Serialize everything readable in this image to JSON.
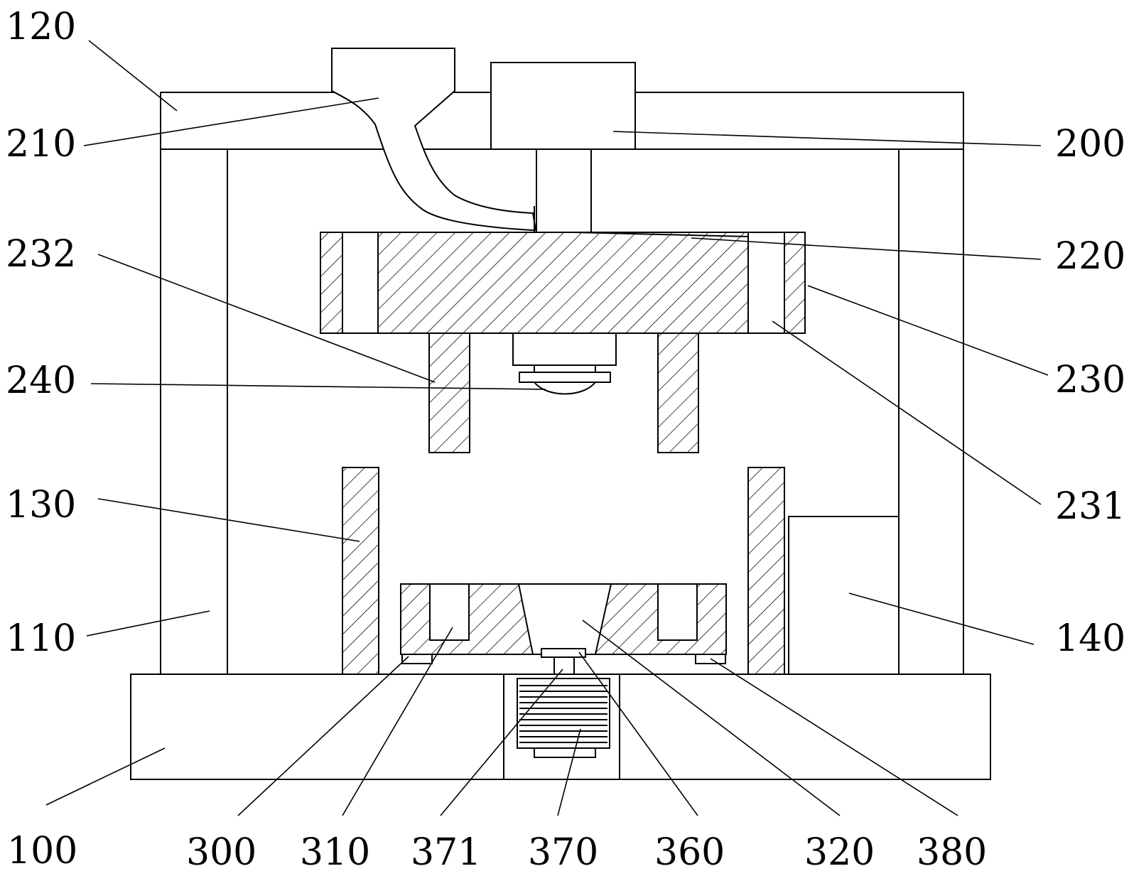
{
  "colors": {
    "line": "#000000",
    "background": "#ffffff"
  },
  "labels": {
    "l120": "120",
    "l210": "210",
    "l232": "232",
    "l240": "240",
    "l130": "130",
    "l110": "110",
    "l100": "100",
    "l200": "200",
    "l220": "220",
    "l230": "230",
    "l231": "231",
    "l140": "140",
    "l300": "300",
    "l310": "310",
    "l371": "371",
    "l370": "370",
    "l360": "360",
    "l320": "320",
    "l380": "380"
  }
}
